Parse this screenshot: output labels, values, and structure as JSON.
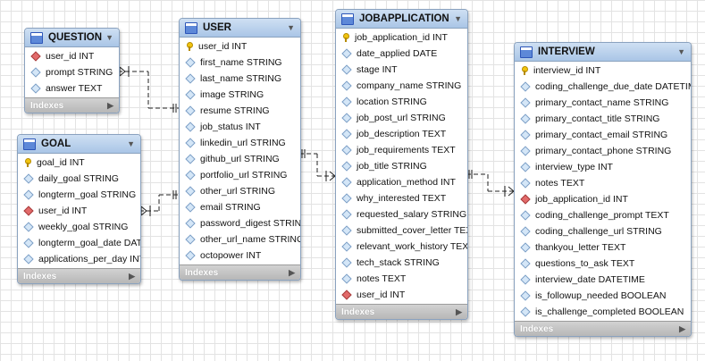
{
  "tables": [
    {
      "id": "question",
      "name": "QUESTION",
      "footer": "Indexes",
      "columns": [
        {
          "text": "user_id INT",
          "icon": "foreign-key"
        },
        {
          "text": "prompt STRING",
          "icon": "column"
        },
        {
          "text": "answer TEXT",
          "icon": "column"
        }
      ]
    },
    {
      "id": "goal",
      "name": "GOAL",
      "footer": "Indexes",
      "columns": [
        {
          "text": "goal_id INT",
          "icon": "primary-key"
        },
        {
          "text": "daily_goal STRING",
          "icon": "column"
        },
        {
          "text": "longterm_goal STRING",
          "icon": "column"
        },
        {
          "text": "user_id INT",
          "icon": "foreign-key"
        },
        {
          "text": "weekly_goal STRING",
          "icon": "column"
        },
        {
          "text": "longterm_goal_date DATE",
          "icon": "column"
        },
        {
          "text": "applications_per_day INT",
          "icon": "column"
        }
      ]
    },
    {
      "id": "user",
      "name": "USER",
      "footer": "Indexes",
      "columns": [
        {
          "text": "user_id INT",
          "icon": "primary-key"
        },
        {
          "text": "first_name STRING",
          "icon": "column"
        },
        {
          "text": "last_name STRING",
          "icon": "column"
        },
        {
          "text": "image STRING",
          "icon": "column"
        },
        {
          "text": "resume STRING",
          "icon": "column"
        },
        {
          "text": "job_status INT",
          "icon": "column"
        },
        {
          "text": "linkedin_url STRING",
          "icon": "column"
        },
        {
          "text": "github_url STRING",
          "icon": "column"
        },
        {
          "text": "portfolio_url STRING",
          "icon": "column"
        },
        {
          "text": "other_url STRING",
          "icon": "column"
        },
        {
          "text": "email STRING",
          "icon": "column"
        },
        {
          "text": "password_digest STRING",
          "icon": "column"
        },
        {
          "text": "other_url_name STRING",
          "icon": "column"
        },
        {
          "text": "octopower INT",
          "icon": "column"
        }
      ]
    },
    {
      "id": "jobapplication",
      "name": "JOBAPPLICATION",
      "footer": "Indexes",
      "columns": [
        {
          "text": "job_application_id INT",
          "icon": "primary-key"
        },
        {
          "text": "date_applied DATE",
          "icon": "column"
        },
        {
          "text": "stage INT",
          "icon": "column"
        },
        {
          "text": "company_name STRING",
          "icon": "column"
        },
        {
          "text": "location STRING",
          "icon": "column"
        },
        {
          "text": "job_post_url STRING",
          "icon": "column"
        },
        {
          "text": "job_description TEXT",
          "icon": "column"
        },
        {
          "text": "job_requirements TEXT",
          "icon": "column"
        },
        {
          "text": "job_title STRING",
          "icon": "column"
        },
        {
          "text": "application_method INT",
          "icon": "column"
        },
        {
          "text": "why_interested TEXT",
          "icon": "column"
        },
        {
          "text": "requested_salary STRING",
          "icon": "column"
        },
        {
          "text": "submitted_cover_letter TEXT",
          "icon": "column"
        },
        {
          "text": "relevant_work_history TEXT",
          "icon": "column"
        },
        {
          "text": "tech_stack STRING",
          "icon": "column"
        },
        {
          "text": "notes TEXT",
          "icon": "column"
        },
        {
          "text": "user_id INT",
          "icon": "foreign-key"
        }
      ]
    },
    {
      "id": "interview",
      "name": "INTERVIEW",
      "footer": "Indexes",
      "columns": [
        {
          "text": "interview_id INT",
          "icon": "primary-key"
        },
        {
          "text": "coding_challenge_due_date DATETIME",
          "icon": "column"
        },
        {
          "text": "primary_contact_name STRING",
          "icon": "column"
        },
        {
          "text": "primary_contact_title STRING",
          "icon": "column"
        },
        {
          "text": "primary_contact_email STRING",
          "icon": "column"
        },
        {
          "text": "primary_contact_phone STRING",
          "icon": "column"
        },
        {
          "text": "interview_type INT",
          "icon": "column"
        },
        {
          "text": "notes TEXT",
          "icon": "column"
        },
        {
          "text": "job_application_id INT",
          "icon": "foreign-key"
        },
        {
          "text": "coding_challenge_prompt TEXT",
          "icon": "column"
        },
        {
          "text": "coding_challenge_url STRING",
          "icon": "column"
        },
        {
          "text": "thankyou_letter TEXT",
          "icon": "column"
        },
        {
          "text": "questions_to_ask TEXT",
          "icon": "column"
        },
        {
          "text": "interview_date DATETIME",
          "icon": "column"
        },
        {
          "text": "is_followup_needed BOOLEAN",
          "icon": "column"
        },
        {
          "text": "is_challenge_completed BOOLEAN",
          "icon": "column"
        }
      ]
    }
  ],
  "relationships": [
    {
      "from": "question",
      "to": "user"
    },
    {
      "from": "goal",
      "to": "user"
    },
    {
      "from": "user",
      "to": "jobapplication"
    },
    {
      "from": "jobapplication",
      "to": "interview"
    }
  ]
}
